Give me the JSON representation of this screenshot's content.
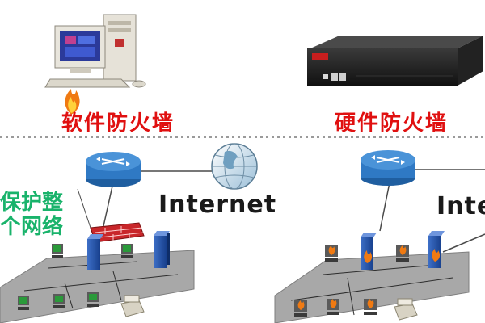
{
  "left_panel": {
    "title": "软件防火墙",
    "network_label": "Internet",
    "side_text_line1": "保护整",
    "side_text_line2": "个网络"
  },
  "right_panel": {
    "title": "硬件防火墙",
    "network_label": "Inte"
  },
  "colors": {
    "title": "#e01010",
    "side_text": "#19b36b",
    "divider": "#9a9a9a",
    "platform": "#a8a8a8",
    "router": "#2f79c4",
    "firewall_wall": "#c8262a",
    "server": "#1f4fa6"
  }
}
